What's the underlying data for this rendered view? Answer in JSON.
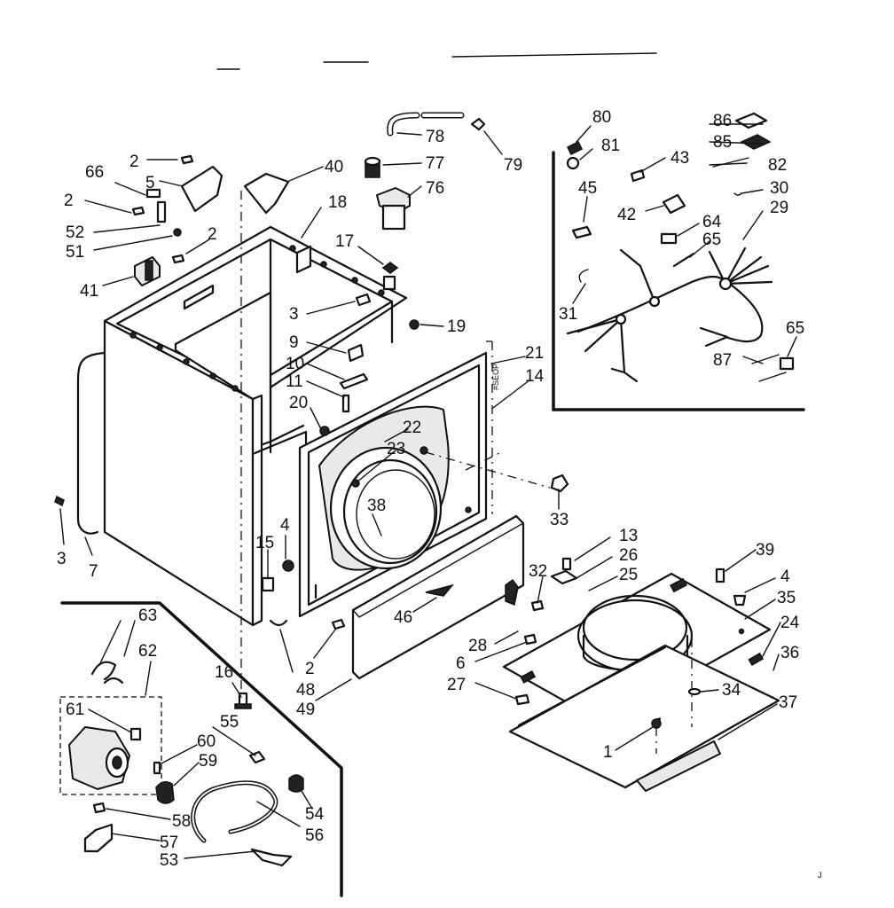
{
  "diagram": {
    "callouts": [
      {
        "id": "c80",
        "text": "80"
      },
      {
        "id": "c81",
        "text": "81"
      },
      {
        "id": "c86",
        "text": "86"
      },
      {
        "id": "c85",
        "text": "85"
      },
      {
        "id": "c82",
        "text": "82"
      },
      {
        "id": "c43",
        "text": "43"
      },
      {
        "id": "c30",
        "text": "30"
      },
      {
        "id": "c29",
        "text": "29"
      },
      {
        "id": "c45",
        "text": "45"
      },
      {
        "id": "c42",
        "text": "42"
      },
      {
        "id": "c64",
        "text": "64"
      },
      {
        "id": "c65a",
        "text": "65"
      },
      {
        "id": "c31",
        "text": "31"
      },
      {
        "id": "c65b",
        "text": "65"
      },
      {
        "id": "c87",
        "text": "87"
      },
      {
        "id": "c78",
        "text": "78"
      },
      {
        "id": "c77",
        "text": "77"
      },
      {
        "id": "c76",
        "text": "76"
      },
      {
        "id": "c79",
        "text": "79"
      },
      {
        "id": "c2a",
        "text": "2"
      },
      {
        "id": "c66",
        "text": "66"
      },
      {
        "id": "c5",
        "text": "5"
      },
      {
        "id": "c2b",
        "text": "2"
      },
      {
        "id": "c52",
        "text": "52"
      },
      {
        "id": "c51",
        "text": "51"
      },
      {
        "id": "c2c",
        "text": "2"
      },
      {
        "id": "c41",
        "text": "41"
      },
      {
        "id": "c40",
        "text": "40"
      },
      {
        "id": "c18",
        "text": "18"
      },
      {
        "id": "c17",
        "text": "17"
      },
      {
        "id": "c3a",
        "text": "3"
      },
      {
        "id": "c19",
        "text": "19"
      },
      {
        "id": "c9",
        "text": "9"
      },
      {
        "id": "c10",
        "text": "10"
      },
      {
        "id": "c11",
        "text": "11"
      },
      {
        "id": "c21",
        "text": "21"
      },
      {
        "id": "c14",
        "text": "14"
      },
      {
        "id": "c20",
        "text": "20"
      },
      {
        "id": "c22",
        "text": "22"
      },
      {
        "id": "c23",
        "text": "23"
      },
      {
        "id": "c38",
        "text": "38"
      },
      {
        "id": "c33",
        "text": "33"
      },
      {
        "id": "c3b",
        "text": "3"
      },
      {
        "id": "c7",
        "text": "7"
      },
      {
        "id": "c4a",
        "text": "4"
      },
      {
        "id": "c15",
        "text": "15"
      },
      {
        "id": "c46",
        "text": "46"
      },
      {
        "id": "c2d",
        "text": "2"
      },
      {
        "id": "c48",
        "text": "48"
      },
      {
        "id": "c49",
        "text": "49"
      },
      {
        "id": "c16",
        "text": "16"
      },
      {
        "id": "c13",
        "text": "13"
      },
      {
        "id": "c26",
        "text": "26"
      },
      {
        "id": "c25",
        "text": "25"
      },
      {
        "id": "c32",
        "text": "32"
      },
      {
        "id": "c39",
        "text": "39"
      },
      {
        "id": "c4b",
        "text": "4"
      },
      {
        "id": "c35",
        "text": "35"
      },
      {
        "id": "c24",
        "text": "24"
      },
      {
        "id": "c28",
        "text": "28"
      },
      {
        "id": "c6",
        "text": "6"
      },
      {
        "id": "c27",
        "text": "27"
      },
      {
        "id": "c36",
        "text": "36"
      },
      {
        "id": "c34",
        "text": "34"
      },
      {
        "id": "c37",
        "text": "37"
      },
      {
        "id": "c1",
        "text": "1"
      },
      {
        "id": "c63",
        "text": "63"
      },
      {
        "id": "c62",
        "text": "62"
      },
      {
        "id": "c61",
        "text": "61"
      },
      {
        "id": "c55",
        "text": "55"
      },
      {
        "id": "c60",
        "text": "60"
      },
      {
        "id": "c59",
        "text": "59"
      },
      {
        "id": "c58",
        "text": "58"
      },
      {
        "id": "c57",
        "text": "57"
      },
      {
        "id": "c53",
        "text": "53"
      },
      {
        "id": "c54",
        "text": "54"
      },
      {
        "id": "c56",
        "text": "56"
      }
    ],
    "panel_stamp": "#SEOP",
    "corner_mark": "J"
  }
}
